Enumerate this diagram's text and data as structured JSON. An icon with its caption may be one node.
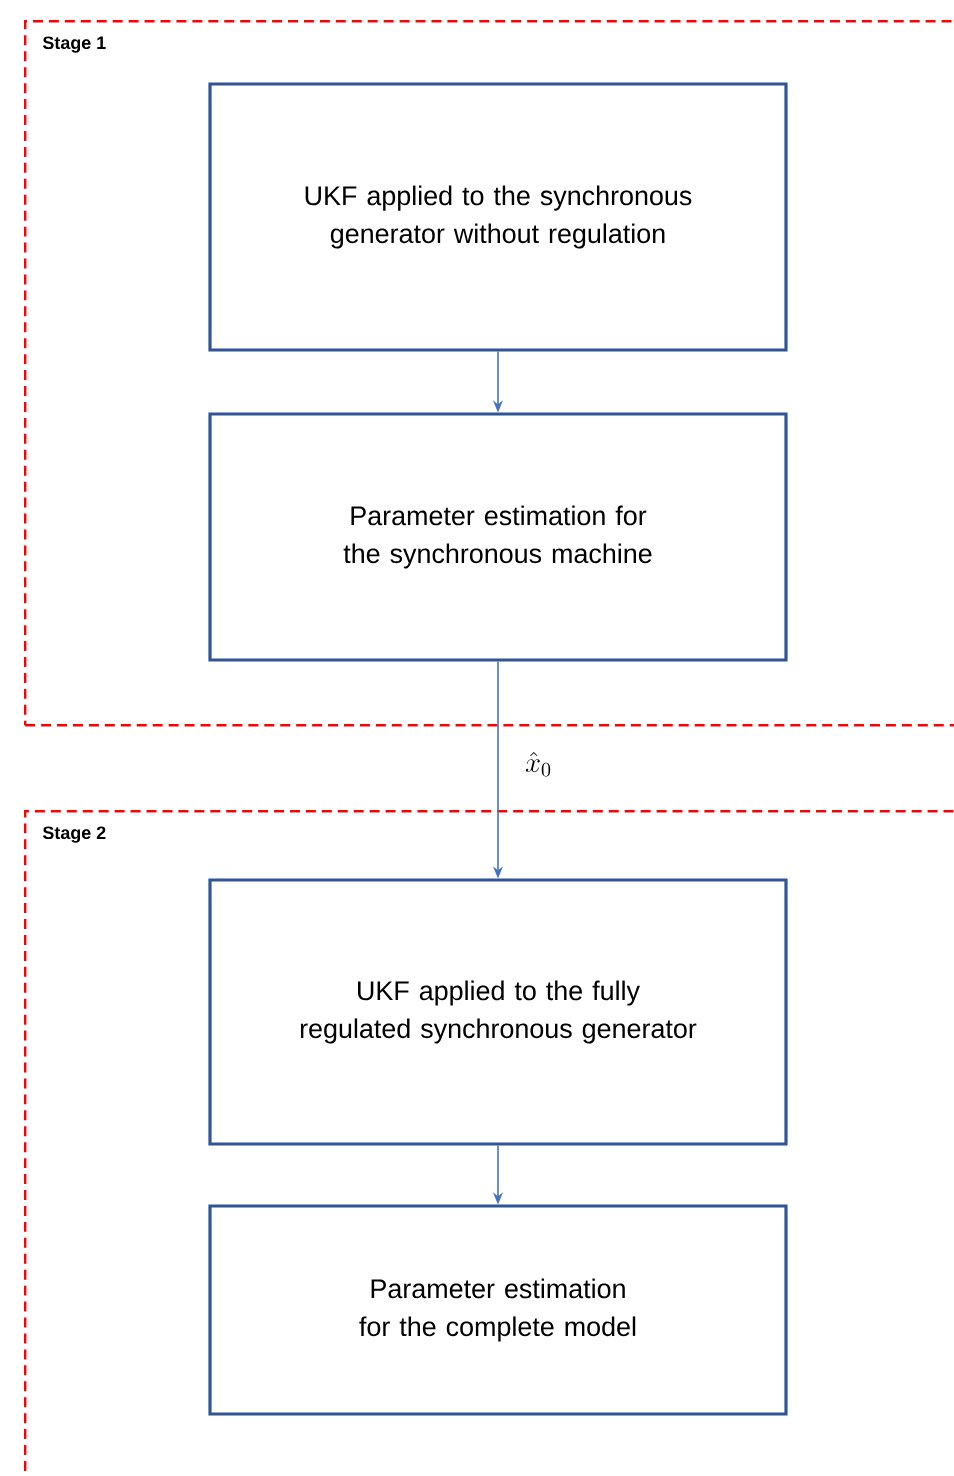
{
  "diagram": {
    "nodes": [
      {
        "text": [
          "Stage 1"
        ]
      },
      {
        "text": [
          "UKF applied to the synchronous generator without regulation"
        ],
        "in": 0
      },
      {
        "text": [
          "Parameter estimation for the synchronous machine"
        ],
        "in": 0
      },
      {
        "text": [
          "Stage 2"
        ]
      },
      {
        "text": [
          "UKF applied to the fully regulated synchronous generator"
        ],
        "in": 3
      },
      {
        "text": [
          "Parameter estimation for the complete model"
        ],
        "in": 3
      }
    ],
    "edges": [
      {
        "from": 1,
        "to": 2,
        "arrow": "to"
      },
      {
        "from": 2,
        "to": 4,
        "arrow": "to",
        "label": "\\hat{x}_0"
      },
      {
        "from": 4,
        "to": 5,
        "arrow": "to"
      }
    ]
  }
}
